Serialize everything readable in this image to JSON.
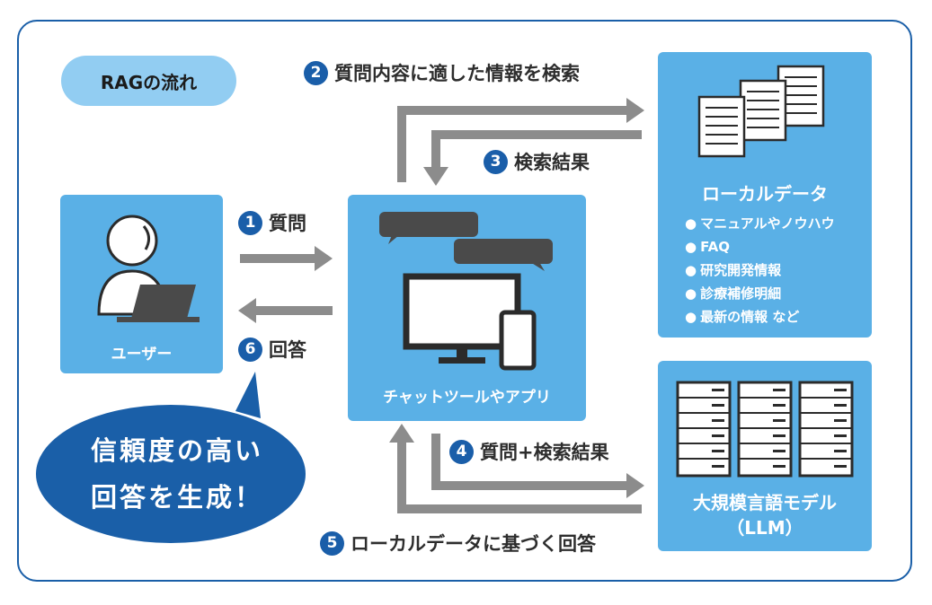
{
  "title_tag": "RAGの流れ",
  "steps": {
    "s1": {
      "num": "1",
      "text": "質問"
    },
    "s2": {
      "num": "2",
      "text": "質問内容に適した情報を検索"
    },
    "s3": {
      "num": "3",
      "text": "検索結果"
    },
    "s4": {
      "num": "4",
      "text": "質問+検索結果"
    },
    "s5": {
      "num": "5",
      "text": "ローカルデータに基づく回答"
    },
    "s6": {
      "num": "6",
      "text": "回答"
    }
  },
  "user": {
    "label": "ユーザー"
  },
  "app": {
    "label": "チャットツールやアプリ"
  },
  "local_data": {
    "title": "ローカルデータ",
    "items": [
      "マニュアルやノウハウ",
      "FAQ",
      "研究開発情報",
      "診療補修明細",
      "最新の情報 など"
    ]
  },
  "llm": {
    "title_line1": "大規模言語モデル",
    "title_line2": "（LLM）"
  },
  "bubble": {
    "line1": "信頼度の高い",
    "line2": "回答を生成！"
  },
  "colors": {
    "frame": "#1a5fa8",
    "box": "#5ab0e6",
    "tag": "#92cdf2",
    "arrow": "#8c8c8c",
    "badge": "#1a5ea9",
    "bubble": "#1a5fa8"
  }
}
